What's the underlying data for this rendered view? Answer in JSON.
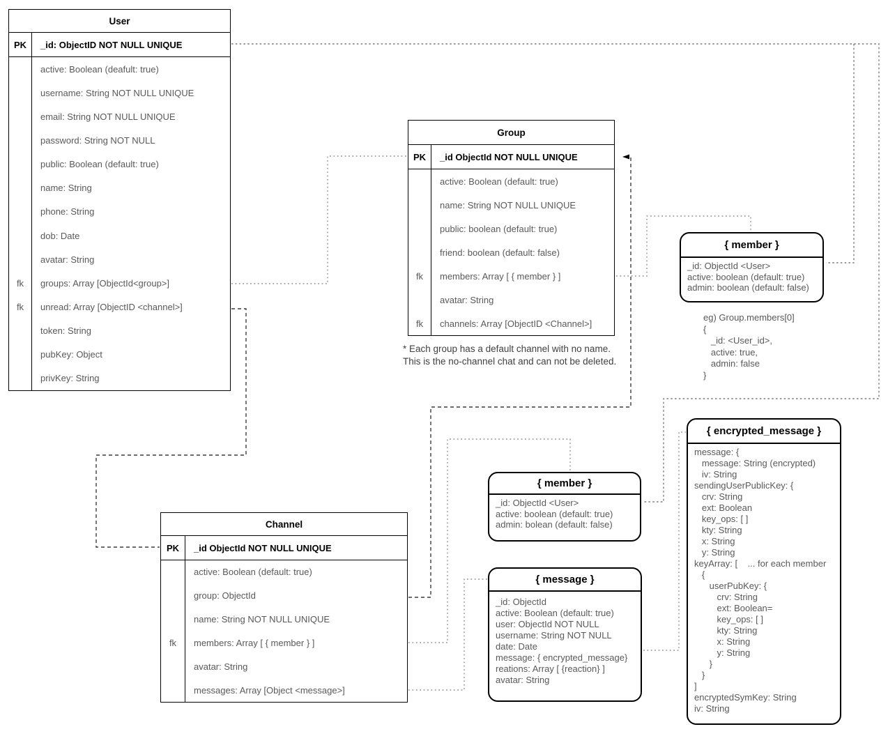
{
  "entities": {
    "user": {
      "title": "User",
      "pk_label": "PK",
      "pk": "_id: ObjectID NOT NULL UNIQUE",
      "rows": [
        {
          "key": "",
          "text": "active: Boolean (deafult: true)"
        },
        {
          "key": "",
          "text": "username: String NOT NULL UNIQUE"
        },
        {
          "key": "",
          "text": "email: String NOT NULL UNIQUE"
        },
        {
          "key": "",
          "text": "password: String NOT NULL"
        },
        {
          "key": "",
          "text": "public: Boolean (default: true)"
        },
        {
          "key": "",
          "text": "name: String"
        },
        {
          "key": "",
          "text": "phone: String"
        },
        {
          "key": "",
          "text": "dob: Date"
        },
        {
          "key": "",
          "text": "avatar: String"
        },
        {
          "key": "fk",
          "text": "groups: Array [ObjectId<group>]"
        },
        {
          "key": "fk",
          "text": "unread: Array [ObjectID <channel>]"
        },
        {
          "key": "",
          "text": "token: String"
        },
        {
          "key": "",
          "text": "pubKey: Object"
        },
        {
          "key": "",
          "text": "privKey: String"
        }
      ]
    },
    "group": {
      "title": "Group",
      "pk_label": "PK",
      "pk": "_id ObjectId NOT NULL UNIQUE",
      "rows": [
        {
          "key": "",
          "text": "active: Boolean (default: true)"
        },
        {
          "key": "",
          "text": "name: String NOT NULL UNIQUE"
        },
        {
          "key": "",
          "text": "public: boolean (default: true)"
        },
        {
          "key": "",
          "text": "friend: boolean (default: false)"
        },
        {
          "key": "fk",
          "text": "members: Array [ { member } ]"
        },
        {
          "key": "",
          "text": "avatar: String"
        },
        {
          "key": "fk",
          "text": "channels: Array [ObjectID <Channel>]"
        }
      ]
    },
    "channel": {
      "title": "Channel",
      "pk_label": "PK",
      "pk": "_id ObjectId NOT NULL UNIQUE",
      "rows": [
        {
          "key": "",
          "text": "active: Boolean (default: true)"
        },
        {
          "key": "",
          "text": "group: ObjectId"
        },
        {
          "key": "",
          "text": "name: String NOT NULL UNIQUE"
        },
        {
          "key": "fk",
          "text": "members: Array [ { member } ]"
        },
        {
          "key": "",
          "text": "avatar: String"
        },
        {
          "key": "",
          "text": "messages: Array [Object <message>]"
        }
      ]
    }
  },
  "objects": {
    "member_top": {
      "title": "{ member }",
      "body": "_id: ObjectId <User>\nactive: boolean (default: true)\nadmin: boolean (default: false)"
    },
    "member_mid": {
      "title": "{ member }",
      "body": "_id: ObjectId <User>\nactive: boolean (default: true)\nadmin: bolean (default: false)"
    },
    "message": {
      "title": "{ message }",
      "body": "_id: ObjectId\nactive: Boolean (default: true)\nuser: ObjectId NOT NULL\nusername: String NOT NULL\ndate: Date\nmessage: { encrypted_message}\nreations: Array [ {reaction} ]\navatar: String"
    },
    "encrypted_message": {
      "title": "{ encrypted_message }",
      "body": "message: {\n   message: String (encrypted)\n   iv: String\nsendingUserPublicKey: {\n   crv: String\n   ext: Boolean\n   key_ops: [ ]\n   kty: String\n   x: String\n   y: String\nkeyArray: [    ... for each member\n   {\n      userPubKey: {\n         crv: String\n         ext: Boolean=\n         key_ops: [ ]\n         kty: String\n         x: String\n         y: String\n      }\n   }\n]\nencryptedSymKey: String\niv: String"
    }
  },
  "notes": {
    "group_note": "* Each group has a default channel with no name.\nThis is the no-channel chat and can not be deleted.",
    "member_example": "eg) Group.members[0]\n{\n   _id: <User_id>,\n   active: true,\n   admin: false\n}"
  }
}
